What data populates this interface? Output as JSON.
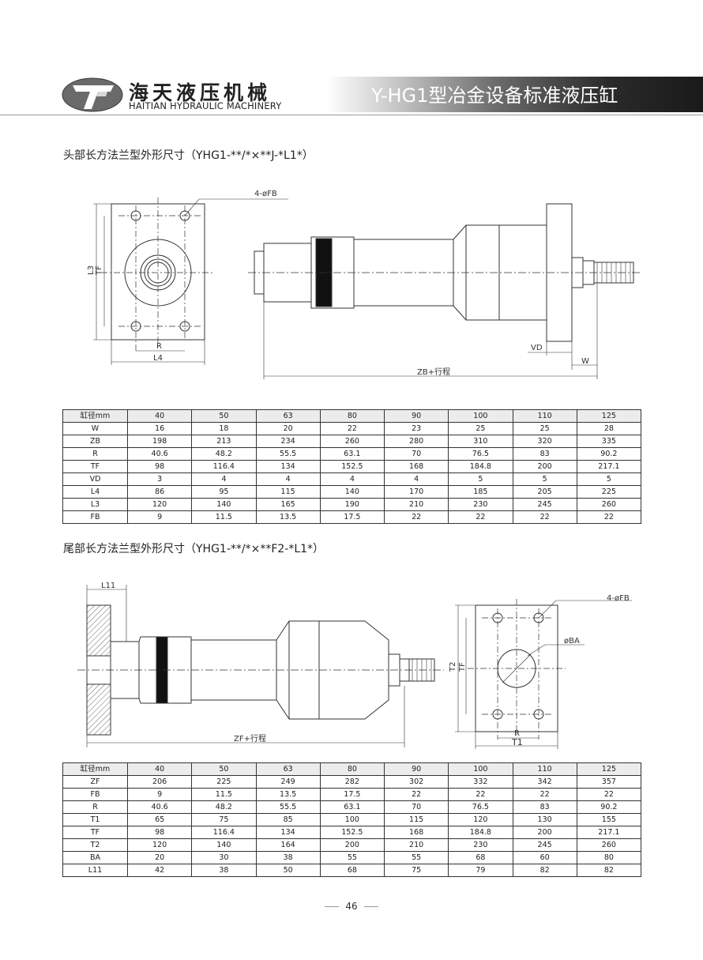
{
  "header": {
    "brand_cn": "海天液压机械",
    "brand_en": "HAITIAN HYDRAULIC MACHINERY",
    "title": "Y-HG1型冶金设备标准液压缸"
  },
  "section1": {
    "title": "头部长方法兰型外形尺寸（YHG1-**/*×**J-*L1*）",
    "labels": {
      "fb": "4-øFB",
      "l3": "L3",
      "tf": "TF",
      "r": "R",
      "l4": "L4",
      "vd": "VD",
      "w": "W",
      "zb": "ZB+行程"
    },
    "table": [
      [
        "缸径mm",
        "40",
        "50",
        "63",
        "80",
        "90",
        "100",
        "110",
        "125"
      ],
      [
        "W",
        "16",
        "18",
        "20",
        "22",
        "23",
        "25",
        "25",
        "28"
      ],
      [
        "ZB",
        "198",
        "213",
        "234",
        "260",
        "280",
        "310",
        "320",
        "335"
      ],
      [
        "R",
        "40.6",
        "48.2",
        "55.5",
        "63.1",
        "70",
        "76.5",
        "83",
        "90.2"
      ],
      [
        "TF",
        "98",
        "116.4",
        "134",
        "152.5",
        "168",
        "184.8",
        "200",
        "217.1"
      ],
      [
        "VD",
        "3",
        "4",
        "4",
        "4",
        "4",
        "5",
        "5",
        "5"
      ],
      [
        "L4",
        "86",
        "95",
        "115",
        "140",
        "170",
        "185",
        "205",
        "225"
      ],
      [
        "L3",
        "120",
        "140",
        "165",
        "190",
        "210",
        "230",
        "245",
        "260"
      ],
      [
        "FB",
        "9",
        "11.5",
        "13.5",
        "17.5",
        "22",
        "22",
        "22",
        "22"
      ]
    ]
  },
  "section2": {
    "title": "尾部长方法兰型外形尺寸（YHG1-**/*×**F2-*L1*）",
    "labels": {
      "l11": "L11",
      "fb": "4-øFB",
      "ba": "øBA",
      "t2": "T2",
      "tf": "TF",
      "r": "R",
      "t1": "T1",
      "zf": "ZF+行程"
    },
    "table": [
      [
        "缸径mm",
        "40",
        "50",
        "63",
        "80",
        "90",
        "100",
        "110",
        "125"
      ],
      [
        "ZF",
        "206",
        "225",
        "249",
        "282",
        "302",
        "332",
        "342",
        "357"
      ],
      [
        "FB",
        "9",
        "11.5",
        "13.5",
        "17.5",
        "22",
        "22",
        "22",
        "22"
      ],
      [
        "R",
        "40.6",
        "48.2",
        "55.5",
        "63.1",
        "70",
        "76.5",
        "83",
        "90.2"
      ],
      [
        "T1",
        "65",
        "75",
        "85",
        "100",
        "115",
        "120",
        "130",
        "155"
      ],
      [
        "TF",
        "98",
        "116.4",
        "134",
        "152.5",
        "168",
        "184.8",
        "200",
        "217.1"
      ],
      [
        "T2",
        "120",
        "140",
        "164",
        "200",
        "210",
        "230",
        "245",
        "260"
      ],
      [
        "BA",
        "20",
        "30",
        "38",
        "55",
        "55",
        "68",
        "60",
        "80"
      ],
      [
        "L11",
        "42",
        "38",
        "50",
        "68",
        "75",
        "79",
        "82",
        "82"
      ]
    ]
  },
  "page_number": "46"
}
